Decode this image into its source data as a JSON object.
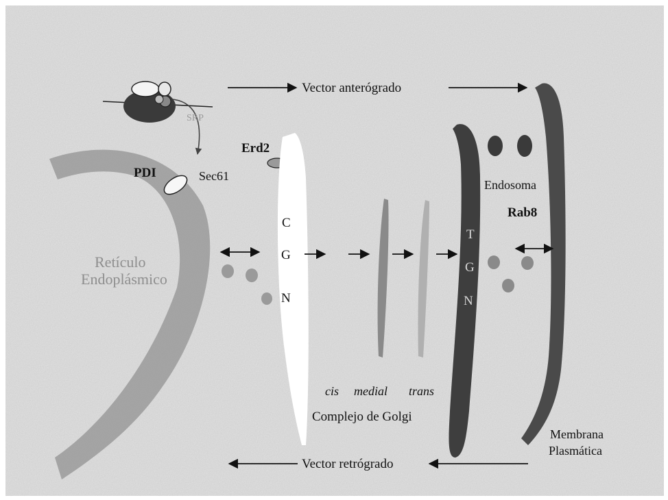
{
  "arrows": {
    "anterograde_label": "Vector anterógrado",
    "retrograde_label": "Vector retrógrado"
  },
  "reticulum": {
    "label_line1": "Retículo",
    "label_line2": "Endoplásmico"
  },
  "proteins": {
    "pdi": "PDI",
    "sec61": "Sec61",
    "erd2": "Erd2",
    "rab8": "Rab8",
    "srp": "SRP"
  },
  "cgn": {
    "c": "C",
    "g": "G",
    "n": "N"
  },
  "tgn": {
    "t": "T",
    "g": "G",
    "n": "N"
  },
  "golgi": {
    "cis": "cis",
    "medial": "medial",
    "trans": "trans",
    "complex_label": "Complejo de Golgi"
  },
  "endosome_label": "Endosoma",
  "membrane": {
    "line1": "Membrana",
    "line2": "Plasmática"
  },
  "colors": {
    "background_speckle": "#c8c8c8",
    "reticulum": "#9a9a9a",
    "tgn_dark": "#3e3e3e",
    "cgn_white": "#ffffff"
  }
}
